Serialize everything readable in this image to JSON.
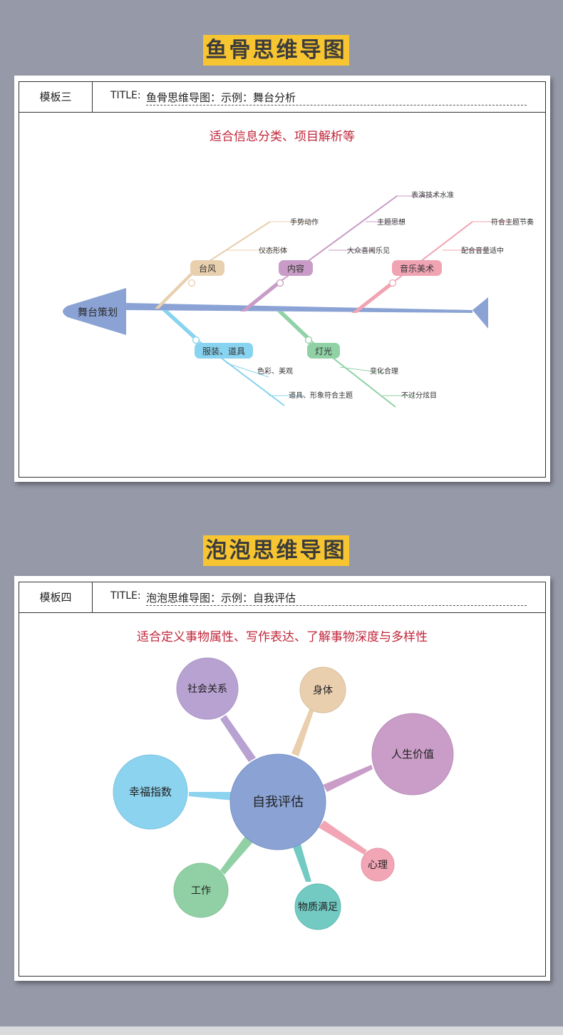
{
  "section1": {
    "banner": "鱼骨思维导图",
    "template_label": "模板三",
    "title_label": "TITLE:",
    "title_text": "鱼骨思维导图：示例：舞台分析",
    "subtitle": "适合信息分类、项目解析等",
    "head": "舞台策划",
    "branches": [
      {
        "label": "台风",
        "color": "#e8cfae",
        "leaves": [
          "手势动作",
          "仪态形体"
        ]
      },
      {
        "label": "内容",
        "color": "#c89cc6",
        "leaves": [
          "表演技术水准",
          "主题思想",
          "大众喜闻乐见"
        ]
      },
      {
        "label": "音乐美术",
        "color": "#f0a3b2",
        "leaves": [
          "符合主题节奏",
          "配合音量适中"
        ]
      },
      {
        "label": "服装、道具",
        "color": "#88d3ef",
        "leaves": [
          "色彩、美观",
          "道具、形象符合主题"
        ]
      },
      {
        "label": "灯光",
        "color": "#90d2a6",
        "leaves": [
          "变化合理",
          "不过分炫目"
        ]
      }
    ],
    "spine_color": "#8aa2d4"
  },
  "section2": {
    "banner": "泡泡思维导图",
    "template_label": "模板四",
    "title_label": "TITLE:",
    "title_text": "泡泡思维导图：示例：自我评估",
    "subtitle": "适合定义事物属性、写作表达、了解事物深度与多样性",
    "center": {
      "label": "自我评估",
      "color": "#8aa2d4"
    },
    "bubbles": [
      {
        "label": "社会关系",
        "color": "#b8a2d2"
      },
      {
        "label": "身体",
        "color": "#e9cfae"
      },
      {
        "label": "人生价值",
        "color": "#c99dc7"
      },
      {
        "label": "幸福指数",
        "color": "#8bd3ef"
      },
      {
        "label": "心理",
        "color": "#f2a6b5"
      },
      {
        "label": "工作",
        "color": "#90d0a4"
      },
      {
        "label": "物质满足",
        "color": "#72cac3"
      }
    ]
  }
}
